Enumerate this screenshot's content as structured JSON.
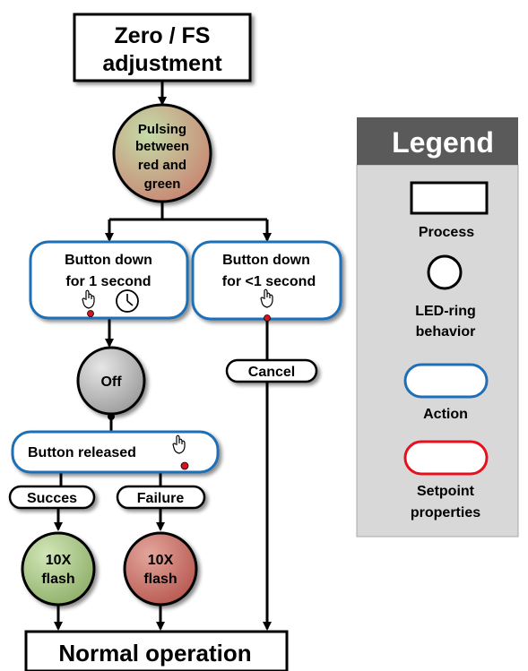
{
  "process_top": [
    "Zero / FS",
    "adjustment"
  ],
  "led_pulsing": [
    "Pulsing",
    "between",
    "red and",
    "green"
  ],
  "action_1s": [
    "Button down",
    "for 1 second"
  ],
  "action_lt1s": [
    "Button down",
    "for <1 second"
  ],
  "led_off": "Off",
  "cancel": "Cancel",
  "action_released": "Button released",
  "succes": "Succes",
  "failure": "Failure",
  "flash_green": [
    "10X",
    "flash"
  ],
  "flash_red": [
    "10X",
    "flash"
  ],
  "process_bottom": "Normal operation",
  "legend": {
    "title": "Legend",
    "process": "Process",
    "led": [
      "LED-ring",
      "behavior"
    ],
    "action": "Action",
    "setpoint": [
      "Setpoint",
      "properties"
    ]
  },
  "colors": {
    "action_border": "#1f6fb8",
    "setpoint_border": "#e8101c",
    "legend_header": "#5a5a5a",
    "legend_body": "#d8d8d8",
    "led_green": "#9fc07a",
    "led_red": "#c97066",
    "led_gray": "#b8b8b8",
    "dot_red": "#d4141e"
  },
  "icons": [
    "pointing-hand-icon",
    "clock-icon"
  ]
}
